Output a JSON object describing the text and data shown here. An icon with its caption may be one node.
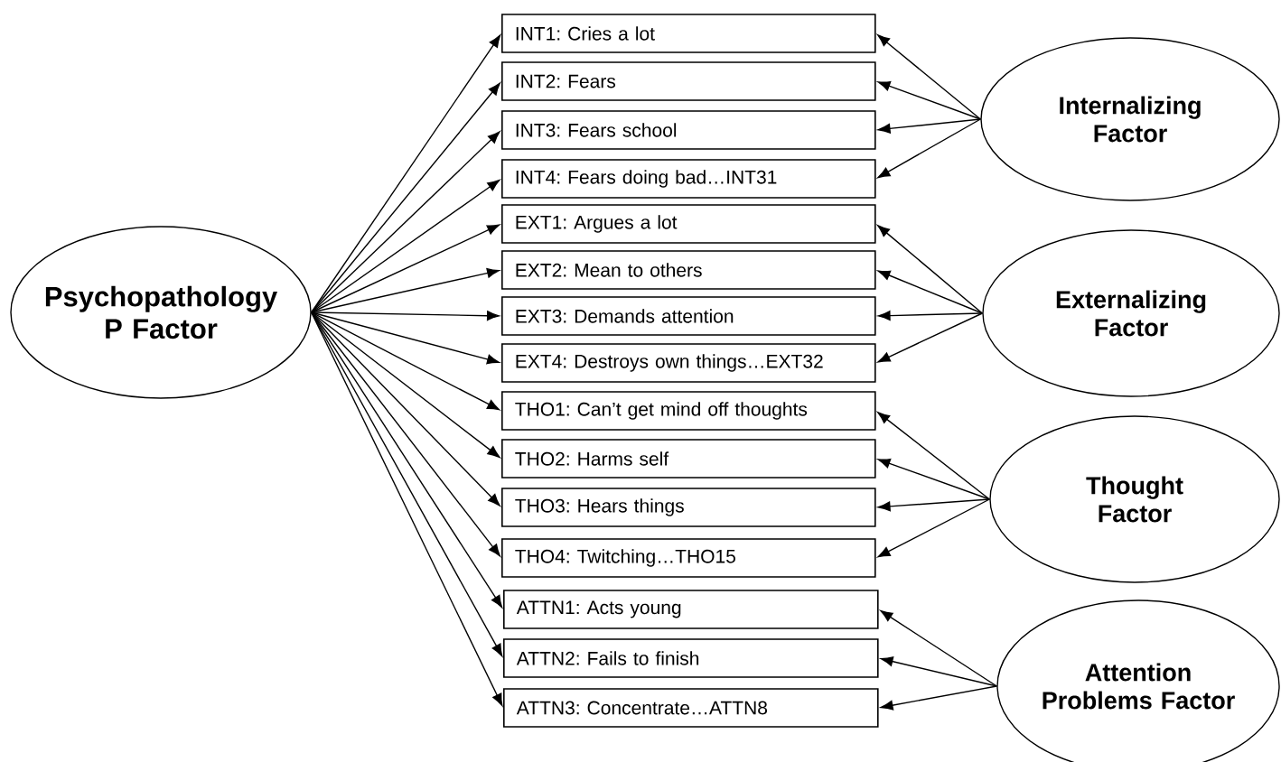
{
  "diagram": {
    "nodes": [
      {
        "text": [
          "Psychopathology P Factor"
        ]
      },
      {
        "text": [
          "INT1: Cries a lot"
        ]
      },
      {
        "text": [
          "INT2: Fears"
        ]
      },
      {
        "text": [
          "INT3: Fears school"
        ]
      },
      {
        "text": [
          "INT4: Fears doing bad…INT31"
        ]
      },
      {
        "text": [
          "EXT1: Argues a lot"
        ]
      },
      {
        "text": [
          "EXT2: Mean to others"
        ]
      },
      {
        "text": [
          "EXT3: Demands attention"
        ]
      },
      {
        "text": [
          "EXT4: Destroys own things…EXT32"
        ]
      },
      {
        "text": [
          "THO1: Can’t get mind off thoughts"
        ]
      },
      {
        "text": [
          "THO2: Harms self"
        ]
      },
      {
        "text": [
          "THO3: Hears things"
        ]
      },
      {
        "text": [
          "THO4: Twitching…THO15"
        ]
      },
      {
        "text": [
          "ATTN1: Acts young"
        ]
      },
      {
        "text": [
          "ATTN2: Fails to finish"
        ]
      },
      {
        "text": [
          "ATTN3: Concentrate…ATTN8"
        ]
      },
      {
        "text": [
          "Internalizing Factor"
        ]
      },
      {
        "text": [
          "Externalizing Factor"
        ]
      },
      {
        "text": [
          "Thought Factor"
        ]
      },
      {
        "text": [
          "Attention Problems Factor"
        ]
      }
    ],
    "edges": [
      {
        "from": 0,
        "to": 1,
        "arrow": "to"
      },
      {
        "from": 0,
        "to": 2,
        "arrow": "to"
      },
      {
        "from": 0,
        "to": 3,
        "arrow": "to"
      },
      {
        "from": 0,
        "to": 4,
        "arrow": "to"
      },
      {
        "from": 0,
        "to": 5,
        "arrow": "to"
      },
      {
        "from": 0,
        "to": 6,
        "arrow": "to"
      },
      {
        "from": 0,
        "to": 7,
        "arrow": "to"
      },
      {
        "from": 0,
        "to": 8,
        "arrow": "to"
      },
      {
        "from": 0,
        "to": 9,
        "arrow": "to"
      },
      {
        "from": 0,
        "to": 10,
        "arrow": "to"
      },
      {
        "from": 0,
        "to": 11,
        "arrow": "to"
      },
      {
        "from": 0,
        "to": 12,
        "arrow": "to"
      },
      {
        "from": 0,
        "to": 13,
        "arrow": "to"
      },
      {
        "from": 0,
        "to": 14,
        "arrow": "to"
      },
      {
        "from": 0,
        "to": 15,
        "arrow": "to"
      },
      {
        "from": 16,
        "to": 1,
        "arrow": "to"
      },
      {
        "from": 16,
        "to": 2,
        "arrow": "to"
      },
      {
        "from": 16,
        "to": 3,
        "arrow": "to"
      },
      {
        "from": 16,
        "to": 4,
        "arrow": "to"
      },
      {
        "from": 17,
        "to": 5,
        "arrow": "to"
      },
      {
        "from": 17,
        "to": 6,
        "arrow": "to"
      },
      {
        "from": 17,
        "to": 7,
        "arrow": "to"
      },
      {
        "from": 17,
        "to": 8,
        "arrow": "to"
      },
      {
        "from": 18,
        "to": 9,
        "arrow": "to"
      },
      {
        "from": 18,
        "to": 10,
        "arrow": "to"
      },
      {
        "from": 18,
        "to": 11,
        "arrow": "to"
      },
      {
        "from": 18,
        "to": 12,
        "arrow": "to"
      },
      {
        "from": 19,
        "to": 13,
        "arrow": "to"
      },
      {
        "from": 19,
        "to": 14,
        "arrow": "to"
      },
      {
        "from": 19,
        "to": 15,
        "arrow": "to"
      }
    ]
  }
}
